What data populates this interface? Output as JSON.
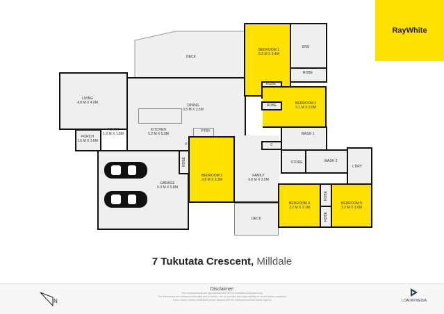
{
  "brand_logo": "RayWhite",
  "title": {
    "street": "7 Tukutata Crescent,",
    "suburb": "Milldale"
  },
  "rooms": {
    "deck_top": {
      "name": "DECK"
    },
    "living": {
      "name": "LIVING",
      "size": "4.8 M X 4.0M"
    },
    "dining": {
      "name": "DINING",
      "size": "3.5 M X 3.5M"
    },
    "kitchen": {
      "name": "KITCHEN",
      "size": "5.2 M X 5.0M"
    },
    "foyer": {
      "name": "FOYER",
      "size": "1.8 M X 1.8M"
    },
    "porch": {
      "name": "PORCH",
      "size": "1.6 M X 1.6M"
    },
    "ptry": {
      "name": "PTRY"
    },
    "p": {
      "name": "P"
    },
    "bedroom1": {
      "name": "BEDROOM 1",
      "size": "5.3 M X 3.4M"
    },
    "ens": {
      "name": "ENS"
    },
    "robe1": {
      "name": "ROBE"
    },
    "robe2": {
      "name": "ROBE"
    },
    "robe3": {
      "name": "ROBE"
    },
    "bedroom2": {
      "name": "BEDROOM 2",
      "size": "3.1 M X 3.0M"
    },
    "wash1": {
      "name": "WASH 1"
    },
    "c": {
      "name": "C"
    },
    "store": {
      "name": "STORE"
    },
    "wash2": {
      "name": "WASH 2"
    },
    "ldry": {
      "name": "L'DRY"
    },
    "garage": {
      "name": "GARAGE",
      "size": "6.0 M X 5.8M"
    },
    "robe_garage": {
      "name": "ROBE"
    },
    "bedroom3": {
      "name": "BEDROOM 3",
      "size": "3.8 M X 3.3M"
    },
    "family": {
      "name": "FAMILY",
      "size": "3.8 M X 3.5M"
    },
    "deck_bottom": {
      "name": "DECK"
    },
    "bedroom4": {
      "name": "BEDROOM 4",
      "size": "3.2 M X 3.1M"
    },
    "robe4": {
      "name": "ROBE"
    },
    "robe5": {
      "name": "ROBE"
    },
    "bedroom5": {
      "name": "BEDROOM 5",
      "size": "3.2 M X 3.0M"
    }
  },
  "footer": {
    "compass": "N",
    "disclaimer_title": "Disclaimer:",
    "disclaimer_lines": [
      "The measurements are approximate and are for illustration purposes only.",
      "The dimensions are measured internally and in metres. We do not take any responsibility for errors and/or omissions.",
      "If you require further verification please discuss with the Salesperson/Real Estate Agency."
    ],
    "credit": "LOADIN MEDIA"
  },
  "colors": {
    "bedroom": "#ffe100",
    "floor": "#efefef",
    "wall": "#111111"
  }
}
